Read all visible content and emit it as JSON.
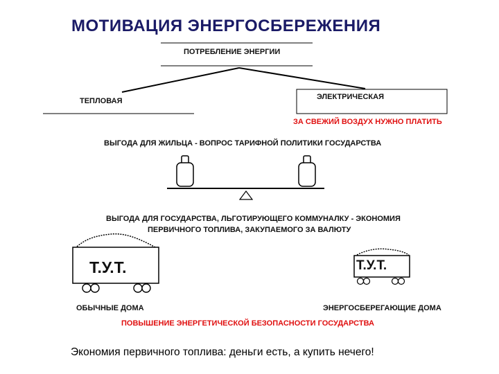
{
  "title": "МОТИВАЦИЯ  ЭНЕРГОСБЕРЕЖЕНИЯ",
  "tree": {
    "root": "ПОТРЕБЛЕНИЕ ЭНЕРГИИ",
    "left_branch": "ТЕПЛОВАЯ",
    "right_branch": "ЭЛЕКТРИЧЕСКАЯ",
    "right_note": "ЗА СВЕЖИЙ ВОЗДУХ НУЖНО ПЛАТИТЬ"
  },
  "tenant_benefit": "ВЫГОДА ДЛЯ ЖИЛЬЦА - ВОПРОС ТАРИФНОЙ ПОЛИТИКИ ГОСУДАРСТВА",
  "state_benefit": {
    "line1": "ВЫГОДА ДЛЯ ГОСУДАРСТВА, ЛЬГОТИРУЮЩЕГО КОММУНАЛКУ - ЭКОНОМИЯ",
    "line2": "ПЕРВИЧНОГО ТОПЛИВА, ЗАКУПАЕМОГО ЗА ВАЛЮТУ"
  },
  "wagons": {
    "large_label": "Т.У.Т.",
    "small_label": "Т.У.Т.",
    "large_caption": "ОБЫЧНЫЕ ДОМА",
    "small_caption": "ЭНЕРГОСБЕРЕГАЮЩИЕ ДОМА"
  },
  "security_note": "ПОВЫШЕНИЕ ЭНЕРГЕТИЧЕСКОЙ БЕЗОПАСНОСТИ ГОСУДАРСТВА",
  "footer": "Экономия первичного топлива: деньги есть, а купить нечего!",
  "colors": {
    "title": "#1a1a66",
    "accent_red": "#e01010",
    "line": "#000000"
  }
}
